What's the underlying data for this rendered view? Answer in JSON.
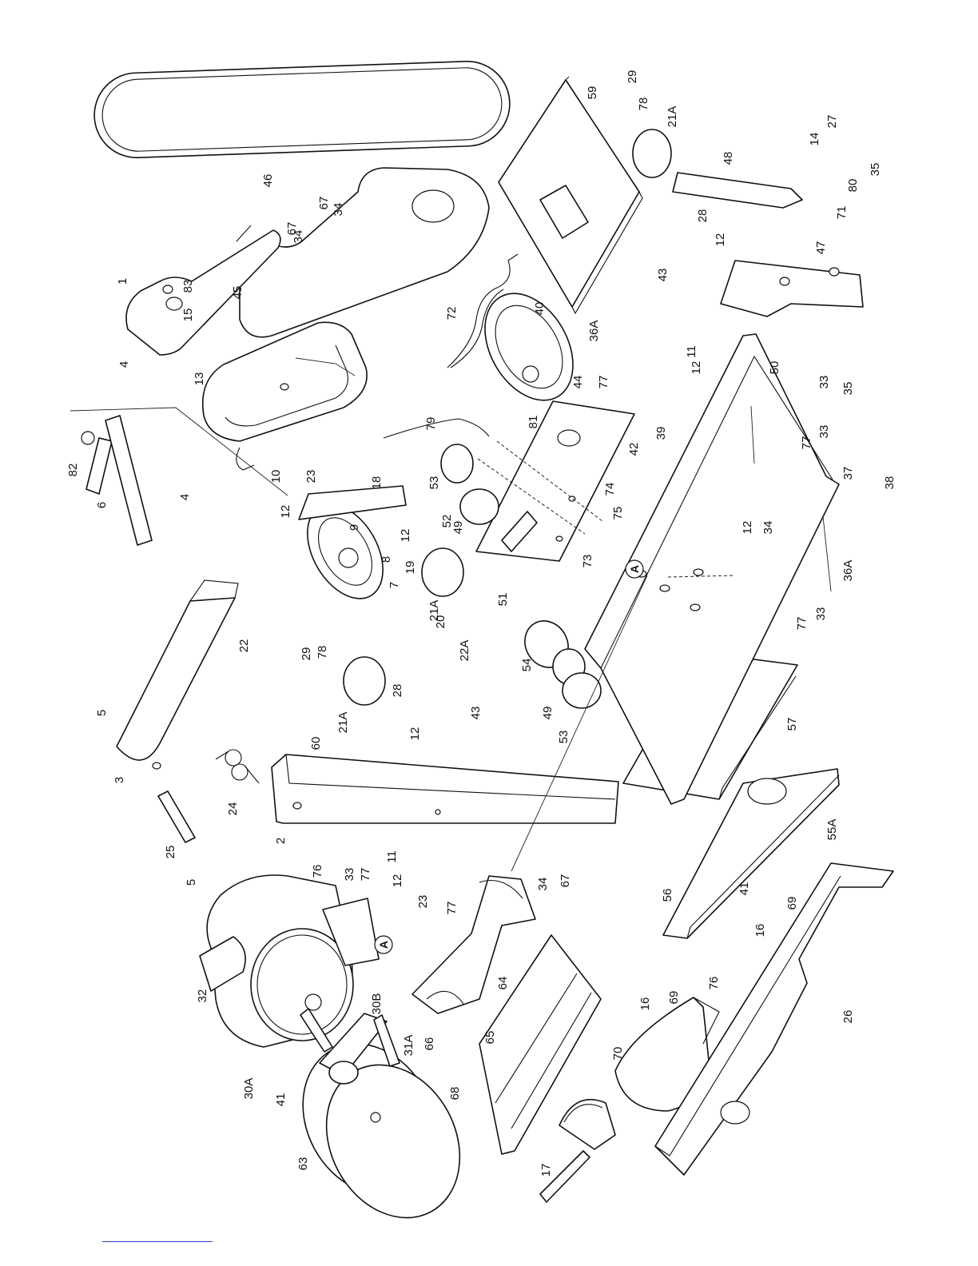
{
  "parts": [
    {
      "id": "p1",
      "label": "1"
    },
    {
      "id": "p2",
      "label": "2"
    },
    {
      "id": "p3",
      "label": "3"
    },
    {
      "id": "p4a",
      "label": "4"
    },
    {
      "id": "p4b",
      "label": "4"
    },
    {
      "id": "p5a",
      "label": "5"
    },
    {
      "id": "p5b",
      "label": "5"
    },
    {
      "id": "p6",
      "label": "6"
    },
    {
      "id": "p7",
      "label": "7"
    },
    {
      "id": "p8",
      "label": "8"
    },
    {
      "id": "p9",
      "label": "9"
    },
    {
      "id": "p10",
      "label": "10"
    },
    {
      "id": "p11a",
      "label": "11"
    },
    {
      "id": "p11b",
      "label": "11"
    },
    {
      "id": "p12a",
      "label": "12"
    },
    {
      "id": "p12b",
      "label": "12"
    },
    {
      "id": "p12c",
      "label": "12"
    },
    {
      "id": "p12d",
      "label": "12"
    },
    {
      "id": "p12e",
      "label": "12"
    },
    {
      "id": "p12f",
      "label": "12"
    },
    {
      "id": "p12g",
      "label": "12"
    },
    {
      "id": "p13",
      "label": "13"
    },
    {
      "id": "p14",
      "label": "14"
    },
    {
      "id": "p15",
      "label": "15"
    },
    {
      "id": "p16a",
      "label": "16"
    },
    {
      "id": "p16b",
      "label": "16"
    },
    {
      "id": "p17",
      "label": "17"
    },
    {
      "id": "p18",
      "label": "18"
    },
    {
      "id": "p19",
      "label": "19"
    },
    {
      "id": "p20",
      "label": "20"
    },
    {
      "id": "p21Aa",
      "label": "21A"
    },
    {
      "id": "p21Ab",
      "label": "21A"
    },
    {
      "id": "p21Ac",
      "label": "21A"
    },
    {
      "id": "p22",
      "label": "22"
    },
    {
      "id": "p22A",
      "label": "22A"
    },
    {
      "id": "p23a",
      "label": "23"
    },
    {
      "id": "p23b",
      "label": "23"
    },
    {
      "id": "p24",
      "label": "24"
    },
    {
      "id": "p25",
      "label": "25"
    },
    {
      "id": "p26",
      "label": "26"
    },
    {
      "id": "p27",
      "label": "27"
    },
    {
      "id": "p28a",
      "label": "28"
    },
    {
      "id": "p28b",
      "label": "28"
    },
    {
      "id": "p29a",
      "label": "29"
    },
    {
      "id": "p29b",
      "label": "29"
    },
    {
      "id": "p30A",
      "label": "30A"
    },
    {
      "id": "p30B",
      "label": "30B"
    },
    {
      "id": "p31A",
      "label": "31A"
    },
    {
      "id": "p32",
      "label": "32"
    },
    {
      "id": "p33a",
      "label": "33"
    },
    {
      "id": "p33b",
      "label": "33"
    },
    {
      "id": "p33c",
      "label": "33"
    },
    {
      "id": "p33d",
      "label": "33"
    },
    {
      "id": "p34a",
      "label": "34"
    },
    {
      "id": "p34b",
      "label": "34"
    },
    {
      "id": "p34c",
      "label": "34"
    },
    {
      "id": "p34d",
      "label": "34"
    },
    {
      "id": "p35a",
      "label": "35"
    },
    {
      "id": "p35b",
      "label": "35"
    },
    {
      "id": "p36Aa",
      "label": "36A"
    },
    {
      "id": "p36Ab",
      "label": "36A"
    },
    {
      "id": "p37",
      "label": "37"
    },
    {
      "id": "p38",
      "label": "38"
    },
    {
      "id": "p39",
      "label": "39"
    },
    {
      "id": "p40",
      "label": "40"
    },
    {
      "id": "p41a",
      "label": "41"
    },
    {
      "id": "p41b",
      "label": "41"
    },
    {
      "id": "p42",
      "label": "42"
    },
    {
      "id": "p43a",
      "label": "43"
    },
    {
      "id": "p43b",
      "label": "43"
    },
    {
      "id": "p44",
      "label": "44"
    },
    {
      "id": "p45",
      "label": "45"
    },
    {
      "id": "p46",
      "label": "46"
    },
    {
      "id": "p47",
      "label": "47"
    },
    {
      "id": "p48",
      "label": "48"
    },
    {
      "id": "p49a",
      "label": "49"
    },
    {
      "id": "p49b",
      "label": "49"
    },
    {
      "id": "p50",
      "label": "50"
    },
    {
      "id": "p51",
      "label": "51"
    },
    {
      "id": "p52",
      "label": "52"
    },
    {
      "id": "p53a",
      "label": "53"
    },
    {
      "id": "p53b",
      "label": "53"
    },
    {
      "id": "p54",
      "label": "54"
    },
    {
      "id": "p55A",
      "label": "55A"
    },
    {
      "id": "p56",
      "label": "56"
    },
    {
      "id": "p57",
      "label": "57"
    },
    {
      "id": "p59",
      "label": "59"
    },
    {
      "id": "p60",
      "label": "60"
    },
    {
      "id": "p63",
      "label": "63"
    },
    {
      "id": "p64",
      "label": "64"
    },
    {
      "id": "p65",
      "label": "65"
    },
    {
      "id": "p66",
      "label": "66"
    },
    {
      "id": "p67a",
      "label": "67"
    },
    {
      "id": "p67b",
      "label": "67"
    },
    {
      "id": "p67c",
      "label": "67"
    },
    {
      "id": "p68",
      "label": "68"
    },
    {
      "id": "p69a",
      "label": "69"
    },
    {
      "id": "p69b",
      "label": "69"
    },
    {
      "id": "p70",
      "label": "70"
    },
    {
      "id": "p71",
      "label": "71"
    },
    {
      "id": "p72",
      "label": "72"
    },
    {
      "id": "p73",
      "label": "73"
    },
    {
      "id": "p74",
      "label": "74"
    },
    {
      "id": "p75",
      "label": "75"
    },
    {
      "id": "p76a",
      "label": "76"
    },
    {
      "id": "p76b",
      "label": "76"
    },
    {
      "id": "p77a",
      "label": "77"
    },
    {
      "id": "p77b",
      "label": "77"
    },
    {
      "id": "p77c",
      "label": "77"
    },
    {
      "id": "p77d",
      "label": "77"
    },
    {
      "id": "p77e",
      "label": "77"
    },
    {
      "id": "p78a",
      "label": "78"
    },
    {
      "id": "p78b",
      "label": "78"
    },
    {
      "id": "p79",
      "label": "79"
    },
    {
      "id": "p80",
      "label": "80"
    },
    {
      "id": "p81",
      "label": "81"
    },
    {
      "id": "p82",
      "label": "82"
    },
    {
      "id": "p83",
      "label": "83"
    }
  ],
  "references": [
    {
      "id": "refA1",
      "label": "A"
    },
    {
      "id": "refA2",
      "label": "A"
    }
  ]
}
